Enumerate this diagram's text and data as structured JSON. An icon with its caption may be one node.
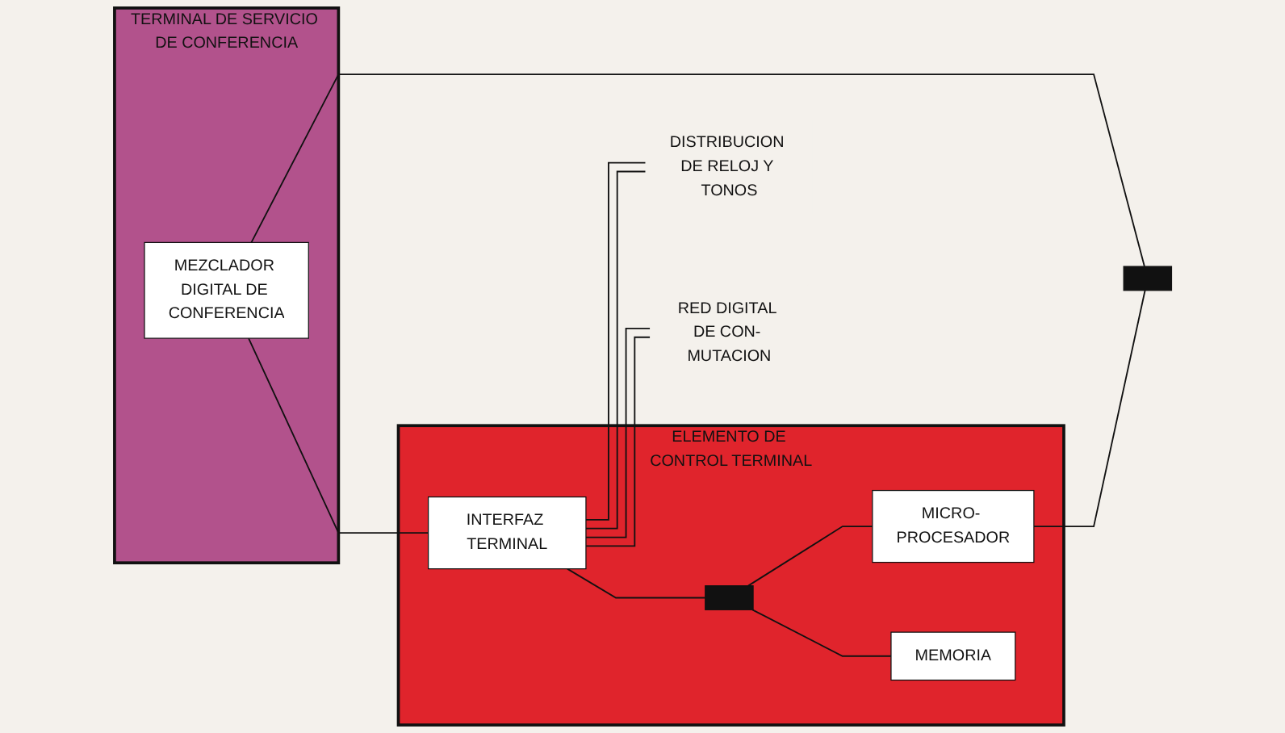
{
  "diagram": {
    "nodes": [
      {
        "text": [
          "TERMINAL DE SERVICIO DE CONFERENCIA"
        ]
      },
      {
        "text": [
          "MEZCLADOR DIGITAL DE CONFERENCIA"
        ],
        "in": 0
      },
      {
        "text": [
          "ELEMENTO DE CONTROL TERMINAL"
        ]
      },
      {
        "text": [
          "INTERFAZ TERMINAL"
        ],
        "in": 2
      },
      {
        "text": [],
        "shape": "bar",
        "in": 2
      },
      {
        "text": [
          "MICRO- PROCESADOR"
        ],
        "in": 2
      },
      {
        "text": [
          "MEMORIA"
        ],
        "in": 2
      },
      {
        "text": [],
        "shape": "bar"
      },
      {
        "text": [
          "RED DIGITAL DE CON- MUTACION"
        ]
      },
      {
        "text": [
          "DISTRIBUCION DE RELOJ Y TONOS"
        ]
      }
    ],
    "edges": [
      {
        "from": 1,
        "to": 3,
        "arrow": "none"
      },
      {
        "from": 3,
        "to": 4,
        "arrow": "none"
      },
      {
        "from": 4,
        "to": 5,
        "arrow": "none"
      },
      {
        "from": 4,
        "to": 6,
        "arrow": "none"
      },
      {
        "from": 1,
        "to": 7,
        "arrow": "none"
      },
      {
        "from": 5,
        "to": 7,
        "arrow": "none"
      },
      {
        "from": 3,
        "to": 8,
        "arrow": "none"
      },
      {
        "from": 3,
        "to": 8,
        "arrow": "none"
      },
      {
        "from": 3,
        "to": 9,
        "arrow": "none"
      },
      {
        "from": 3,
        "to": 9,
        "arrow": "none"
      }
    ]
  }
}
